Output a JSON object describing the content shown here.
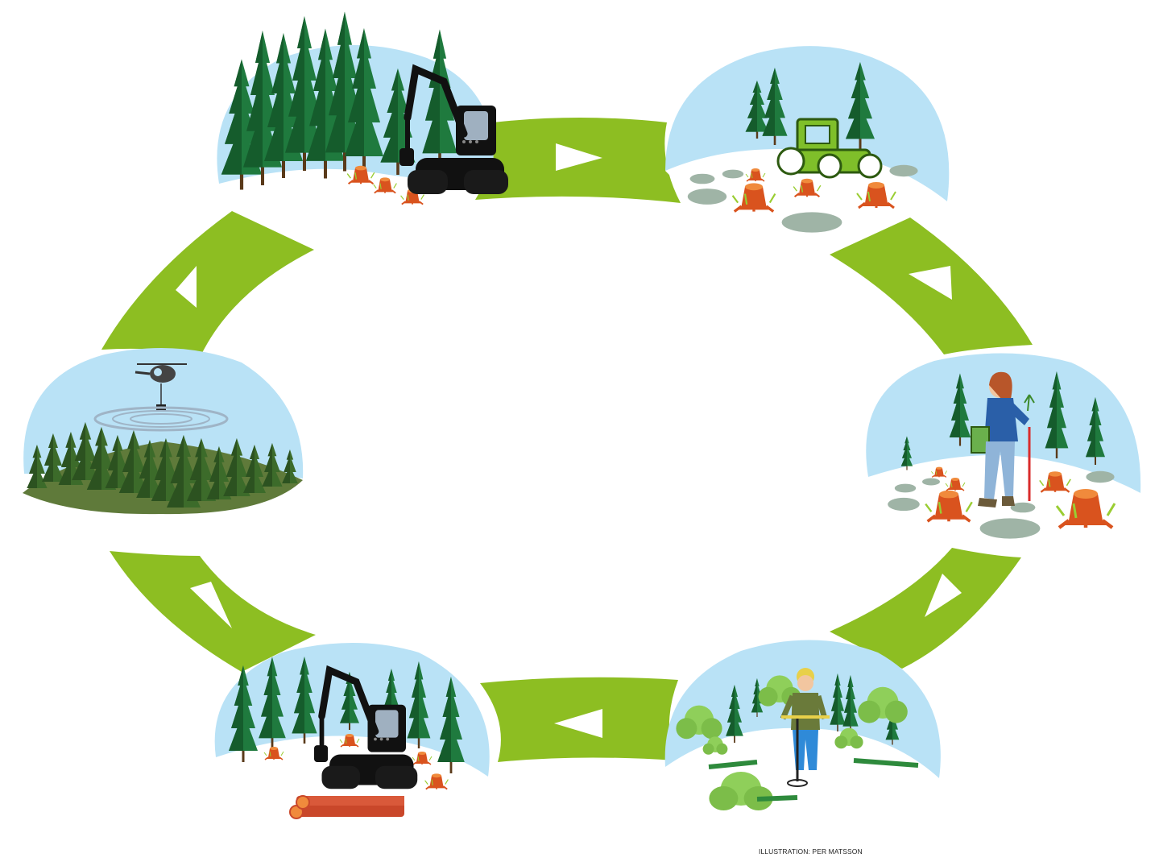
{
  "credit": "ILLUSTRATION: PER MATSSON",
  "colors": {
    "arrow": "#8dbe22",
    "sky": "#b9e2f6",
    "spruce": "#1f7a3e",
    "spruce_dark": "#155c2c",
    "stump": "#d9531e",
    "stone": "#9fb4a6",
    "machine": "#111111",
    "log": "#c9472a",
    "scarifier": "#7fbf2a",
    "broadleaf": "#8fcf5a",
    "jacket": "#2a5fa8",
    "jeans": "#8fb4d8",
    "helicopter": "#333333"
  },
  "stages": [
    {
      "id": "final-felling",
      "icon": "harvester-icon"
    },
    {
      "id": "soil-scarification",
      "icon": "scarifier-icon"
    },
    {
      "id": "planting",
      "icon": "planter-icon"
    },
    {
      "id": "pre-commercial-thinning",
      "icon": "clearing-saw-icon"
    },
    {
      "id": "thinning",
      "icon": "harvester-icon"
    },
    {
      "id": "fertilisation",
      "icon": "helicopter-icon"
    }
  ]
}
